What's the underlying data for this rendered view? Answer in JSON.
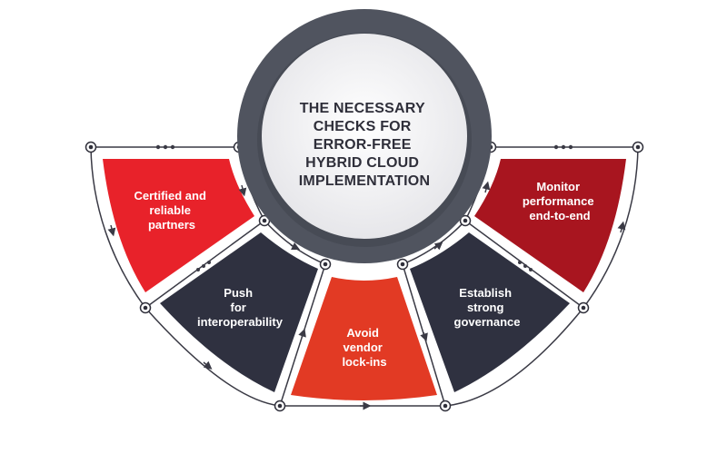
{
  "title": {
    "lines": [
      "THE NECESSARY",
      "CHECKS FOR",
      "ERROR-FREE",
      "HYBRID CLOUD",
      "IMPLEMENTATION"
    ]
  },
  "checks": [
    {
      "lines": [
        "Certified and",
        "reliable",
        "partners"
      ]
    },
    {
      "lines": [
        "Push",
        "for",
        "interoperability"
      ]
    },
    {
      "lines": [
        "Avoid",
        "vendor",
        "lock-ins"
      ]
    },
    {
      "lines": [
        "Establish",
        "strong",
        "governance"
      ]
    },
    {
      "lines": [
        "Monitor",
        "performance",
        "end-to-end"
      ]
    }
  ],
  "colors": {
    "red": "#e8222a",
    "dark": "#2f3140",
    "orange_red": "#e23a24",
    "dark_red": "#a8151f",
    "ring": "#50545f",
    "line": "#3a3a45"
  }
}
